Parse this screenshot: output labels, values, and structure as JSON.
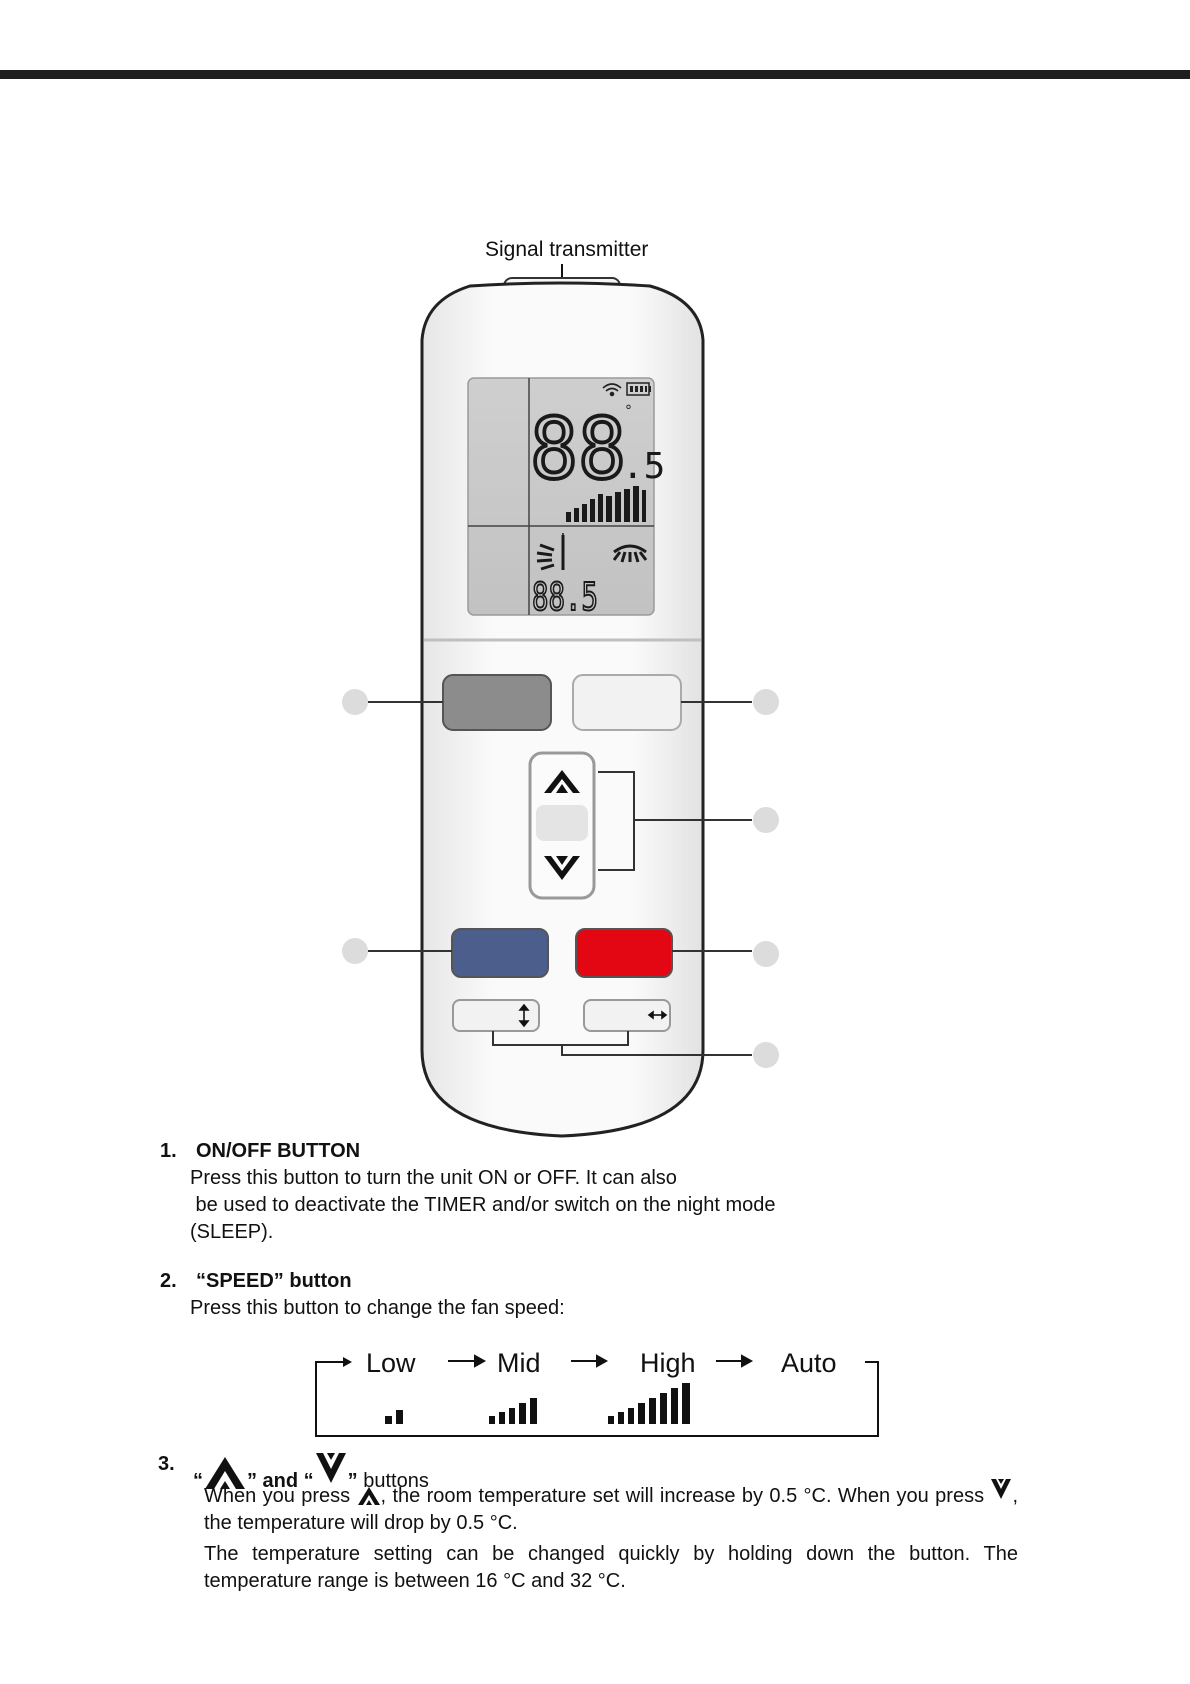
{
  "remote": {
    "signal_label": "Signal transmitter",
    "lcd_main_value": "88",
    "lcd_main_decimal": ".5",
    "lcd_sub_value": "88.5",
    "degree_symbol": "°",
    "up_arrow_icon": "chevron-up-icon",
    "down_arrow_icon": "chevron-down-icon",
    "swing_vertical_icon": "updown-arrow-icon",
    "swing_horizontal_icon": "leftright-arrow-icon",
    "colors": {
      "onoff_button": "#8c8c8c",
      "speed_button": "#f2f2f2",
      "blue_button": "#4c5f8c",
      "red_button": "#e30613",
      "lcd": "#c8c8c8"
    }
  },
  "sections": [
    {
      "number": "1.",
      "title": "ON/OFF BUTTON",
      "lines": [
        "Press this button to turn the unit ON or OFF. It can also",
        " be used to deactivate the TIMER and/or switch on the night mode",
        "(SLEEP)."
      ]
    },
    {
      "number": "2.",
      "title": "“SPEED” button",
      "lines": [
        "Press this button to change the fan speed:"
      ],
      "speeds": [
        "Low",
        "Mid",
        "High",
        "Auto"
      ]
    },
    {
      "number": "3.",
      "title_open": "“",
      "title_mid": "” and “",
      "title_close": "”",
      "title_suffix": "buttons",
      "para1_a": "When you press",
      "para1_b": ", the room temperature set will increase by 0.5 °C. When you",
      "para1_c": "press",
      "para1_d": ", the temperature will drop by 0.5 °C.",
      "para2": "The temperature setting can be changed quickly by holding down the button. The temperature range is between 16 °C and 32 °C."
    }
  ]
}
